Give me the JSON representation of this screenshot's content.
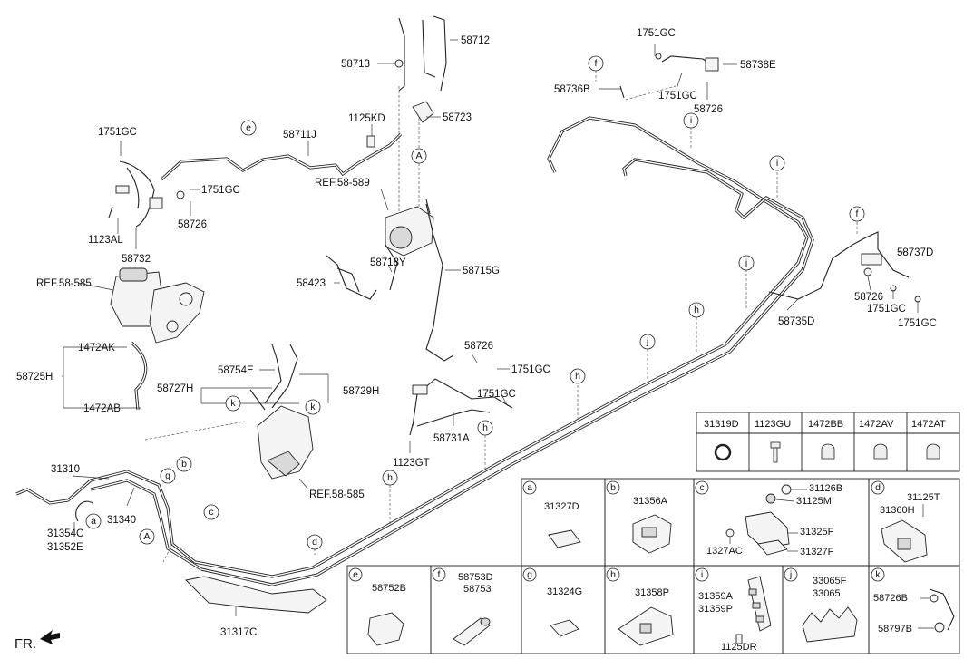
{
  "diagram": {
    "callouts": {
      "c58712": "58712",
      "c58713": "58713",
      "c1125KD": "1125KD",
      "c58723": "58723",
      "c58711J": "58711J",
      "c1751GC_a": "1751GC",
      "c1751GC_b": "1751GC",
      "c58726_a": "58726",
      "c1123AL": "1123AL",
      "c58732": "58732",
      "ref58589": "REF.58-589",
      "c58718Y": "58718Y",
      "c58423": "58423",
      "c58715G": "58715G",
      "ref58585_a": "REF.58-585",
      "c1472AK": "1472AK",
      "c58725H": "58725H",
      "c1472AB": "1472AB",
      "c58754E": "58754E",
      "c58727H": "58727H",
      "c58729H": "58729H",
      "ref58585_b": "REF.58-585",
      "c58726_b": "58726",
      "c1751GC_c": "1751GC",
      "c1751GC_d": "1751GC",
      "c58731A": "58731A",
      "c1123GT": "1123GT",
      "c1751GC_top": "1751GC",
      "c58738E": "58738E",
      "c58736B": "58736B",
      "c1751GC_e": "1751GC",
      "c58726_c": "58726",
      "c58737D": "58737D",
      "c58726_d": "58726",
      "c1751GC_f": "1751GC",
      "c1751GC_g": "1751GC",
      "c58735D": "58735D",
      "c31310": "31310",
      "c31340": "31340",
      "c31354C": "31354C",
      "c31352E": "31352E",
      "c31317C": "31317C",
      "fr": "FR."
    },
    "letters": {
      "e": "e",
      "f": "f",
      "i": "i",
      "j": "j",
      "h": "h",
      "k": "k",
      "A": "A",
      "a": "a",
      "b": "b",
      "c": "c",
      "d": "d",
      "g": "g"
    },
    "table_top": {
      "headers": [
        "31319D",
        "1123GU",
        "1472BB",
        "1472AV",
        "1472AT"
      ]
    },
    "panels": {
      "a": {
        "letter": "a",
        "parts": [
          "31327D"
        ]
      },
      "b": {
        "letter": "b",
        "parts": [
          "31356A"
        ]
      },
      "c": {
        "letter": "c",
        "parts": [
          "31126B",
          "31125M",
          "31325F",
          "1327AC",
          "31327F"
        ]
      },
      "d": {
        "letter": "d",
        "parts": [
          "31125T",
          "31360H"
        ]
      },
      "e": {
        "letter": "e",
        "parts": [
          "58752B"
        ]
      },
      "f": {
        "letter": "f",
        "parts": [
          "58753D",
          "58753"
        ]
      },
      "g": {
        "letter": "g",
        "parts": [
          "31324G"
        ]
      },
      "h": {
        "letter": "h",
        "parts": [
          "31358P"
        ]
      },
      "i": {
        "letter": "i",
        "parts": [
          "31359A",
          "31359P",
          "1125DR"
        ]
      },
      "j": {
        "letter": "j",
        "parts": [
          "33065F",
          "33065"
        ]
      },
      "k": {
        "letter": "k",
        "parts": [
          "58726B",
          "58797B"
        ]
      }
    }
  }
}
